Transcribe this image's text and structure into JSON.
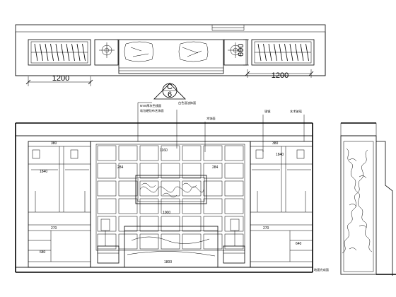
{
  "plan_view": {
    "left_width_dim": "1200",
    "right_width_dim": "1200",
    "right_depth_dim": "600"
  },
  "section_marker": {
    "letter": "C",
    "number": "6"
  },
  "elevation": {
    "callouts": [
      "6mm厚灰色镜面",
      "软包硬包布艺饰面",
      "白色混油饰面",
      "木饰面",
      "银镜",
      "艺术玻璃"
    ],
    "dims": {
      "top_left": "380",
      "top_right": "380",
      "left_cab_height": "1840",
      "right_cab_height": "1840",
      "center_width": "1160",
      "mirror_left": "284",
      "mirror_right": "284",
      "panel_height": "1000",
      "left_desk": "270",
      "right_desk": "270",
      "left_base": "680",
      "right_base": "640",
      "bed_width": "1800"
    },
    "floor_note": "地面完成面"
  }
}
